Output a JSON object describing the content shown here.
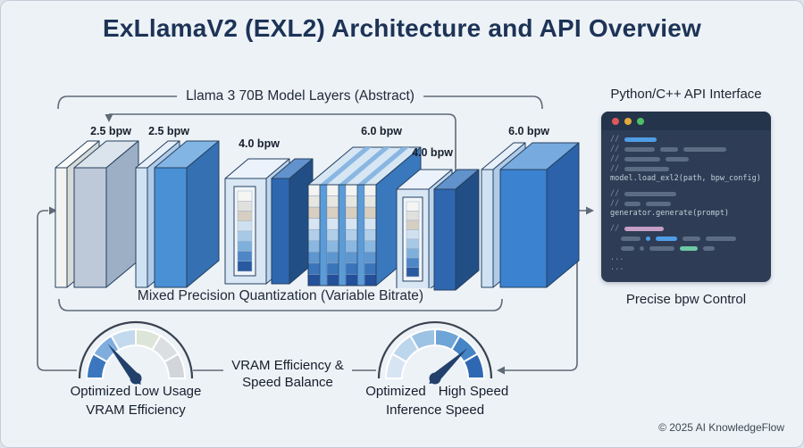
{
  "title": "ExLlamaV2 (EXL2) Architecture and API Overview",
  "layers": {
    "bracket_label": "Llama 3 70B Model Layers (Abstract)",
    "quantization_label": "Mixed Precision Quantization (Variable Bitrate)",
    "bpw_labels": [
      "2.5 bpw",
      "2.5 bpw",
      "4.0 bpw",
      "6.0 bpw",
      "4.0 bpw",
      "6.0 bpw"
    ]
  },
  "api": {
    "heading": "Python/C++ API Interface",
    "caption": "Precise bpw Control",
    "comment_token": "//",
    "window_dots": [
      "#e0575a",
      "#e2a93b",
      "#4fbf67"
    ],
    "code_lines": [
      {
        "segs": [
          {
            "t": "comment"
          },
          {
            "t": "bar",
            "w": 36,
            "c": "blue"
          }
        ]
      },
      {
        "segs": [
          {
            "t": "comment"
          },
          {
            "t": "bar",
            "w": 34,
            "c": "gray"
          },
          {
            "t": "bar",
            "w": 20,
            "c": "gray"
          },
          {
            "t": "bar",
            "w": 48,
            "c": "gray"
          }
        ]
      },
      {
        "segs": [
          {
            "t": "comment"
          },
          {
            "t": "bar",
            "w": 40,
            "c": "gray"
          },
          {
            "t": "bar",
            "w": 26,
            "c": "gray"
          }
        ]
      },
      {
        "segs": [
          {
            "t": "comment"
          },
          {
            "t": "bar",
            "w": 50,
            "c": "gray"
          }
        ]
      },
      {
        "code": "model.load_exl2(path, bpw_config)"
      },
      {
        "blank": true
      },
      {
        "segs": [
          {
            "t": "comment"
          },
          {
            "t": "bar",
            "w": 58,
            "c": "gray"
          }
        ]
      },
      {
        "segs": [
          {
            "t": "comment"
          },
          {
            "t": "bar",
            "w": 18,
            "c": "gray"
          },
          {
            "t": "bar",
            "w": 28,
            "c": "gray"
          }
        ]
      },
      {
        "code": "generator.generate(prompt)"
      },
      {
        "blank": true
      },
      {
        "segs": [
          {
            "t": "comment"
          },
          {
            "t": "bar",
            "w": 44,
            "c": "pink"
          }
        ]
      },
      {
        "segs": [
          {
            "t": "indent"
          },
          {
            "t": "bar",
            "w": 22,
            "c": "gray"
          },
          {
            "t": "dot",
            "c": "blue"
          },
          {
            "t": "bar",
            "w": 24,
            "c": "blue"
          },
          {
            "t": "bar",
            "w": 20,
            "c": "gray"
          },
          {
            "t": "bar",
            "w": 34,
            "c": "gray"
          }
        ]
      },
      {
        "segs": [
          {
            "t": "indent"
          },
          {
            "t": "bar",
            "w": 15,
            "c": "gray"
          },
          {
            "t": "dot",
            "c": "gray"
          },
          {
            "t": "bar",
            "w": 28,
            "c": "gray"
          },
          {
            "t": "bar",
            "w": 20,
            "c": "teal"
          },
          {
            "t": "bar",
            "w": 13,
            "c": "gray"
          }
        ]
      },
      {
        "code": "  ...",
        "dim": true
      },
      {
        "code": "...",
        "dim": true
      }
    ]
  },
  "gauges": {
    "center_label_line1": "VRAM Efficiency &",
    "center_label_line2": "Speed Balance",
    "left": {
      "caption_line1": "Optimized Low Usage",
      "caption_line2": "VRAM Efficiency",
      "segments": [
        "#3b76be",
        "#7fadde",
        "#c3d9ee",
        "#dde5d8",
        "#dcdfe2",
        "#d2d6da"
      ],
      "needle_angle": 129
    },
    "right": {
      "caption_top_left": "Optimized",
      "caption_top_right": "High Speed",
      "caption_bottom": "Inference Speed",
      "segments": [
        "#d7e5f3",
        "#bcd6ec",
        "#9cc2e4",
        "#6fa4d6",
        "#4585c6",
        "#2f68b2"
      ],
      "needle_angle": 43
    }
  },
  "footer": {
    "copyright": "© 2025 AI KnowledgeFlow"
  },
  "colors": {
    "background": "#edf2f7",
    "title": "#1d3356",
    "connector": "#5f6a76",
    "needle": "#22406b",
    "code_bg": "#2e3d55",
    "code_header": "#24344a",
    "code_text": "#c3ced9",
    "quant_rows": [
      "#f3f4f2",
      "#e8e6e0",
      "#d9cfc1",
      "#d7e5f2",
      "#b1cfe9",
      "#8ab8e0",
      "#5e96d0",
      "#3a74ba",
      "#23509a"
    ],
    "quant_narrow_col": "#5b9bd8",
    "strip_cells": [
      "#f5f6f4",
      "#e0e0dd",
      "#d6cec1",
      "#cfe0f0",
      "#a8c9e6",
      "#7fb0dc",
      "#4e86c6",
      "#29599f"
    ]
  }
}
